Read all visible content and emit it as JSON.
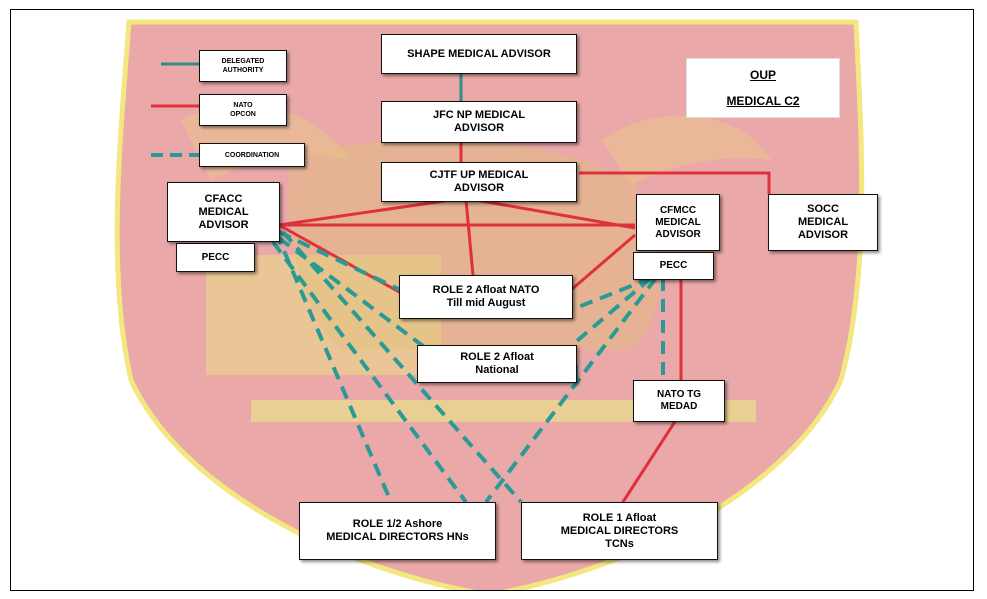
{
  "title": {
    "line1": "OUP",
    "line2": "MEDICAL C2"
  },
  "legend": {
    "delegated": {
      "line1": "DELEGATED",
      "line2": "AUTHORITY"
    },
    "nato": {
      "line1": "NATO",
      "line2": "OPCON"
    },
    "coordination": {
      "line1": "COORDINATION"
    }
  },
  "colors": {
    "delegated": "#2e8d8d",
    "opcon": "#e0303a",
    "coordination": "#2a9a96",
    "shield": "#e79a9a",
    "shield_border": "#f0e25a"
  },
  "nodes": {
    "shape": {
      "line1": "SHAPE MEDICAL ADVISOR"
    },
    "jfc": {
      "line1": "JFC NP MEDICAL",
      "line2": "ADVISOR"
    },
    "cjtf": {
      "line1": "CJTF UP MEDICAL",
      "line2": "ADVISOR"
    },
    "cfacc": {
      "line1": "CFACC",
      "line2": "MEDICAL",
      "line3": "ADVISOR"
    },
    "pecc_left": {
      "line1": "PECC"
    },
    "cfmcc": {
      "line1": "CFMCC",
      "line2": "MEDICAL",
      "line3": "ADVISOR"
    },
    "pecc_right": {
      "line1": "PECC"
    },
    "socc": {
      "line1": "SOCC",
      "line2": "MEDICAL",
      "line3": "ADVISOR"
    },
    "role2_nato": {
      "line1": "ROLE 2 Afloat NATO",
      "line2": "Till mid August"
    },
    "role2_national": {
      "line1": "ROLE 2 Afloat",
      "line2": "National"
    },
    "nato_tg": {
      "line1": "NATO TG",
      "line2": "MEDAD"
    },
    "role12_ashore": {
      "line1": "ROLE 1/2 Ashore",
      "line2": "MEDICAL DIRECTORS HNs"
    },
    "role1_afloat": {
      "line1": "ROLE 1 Afloat",
      "line2": "MEDICAL DIRECTORS",
      "line3": "TCNs"
    }
  }
}
